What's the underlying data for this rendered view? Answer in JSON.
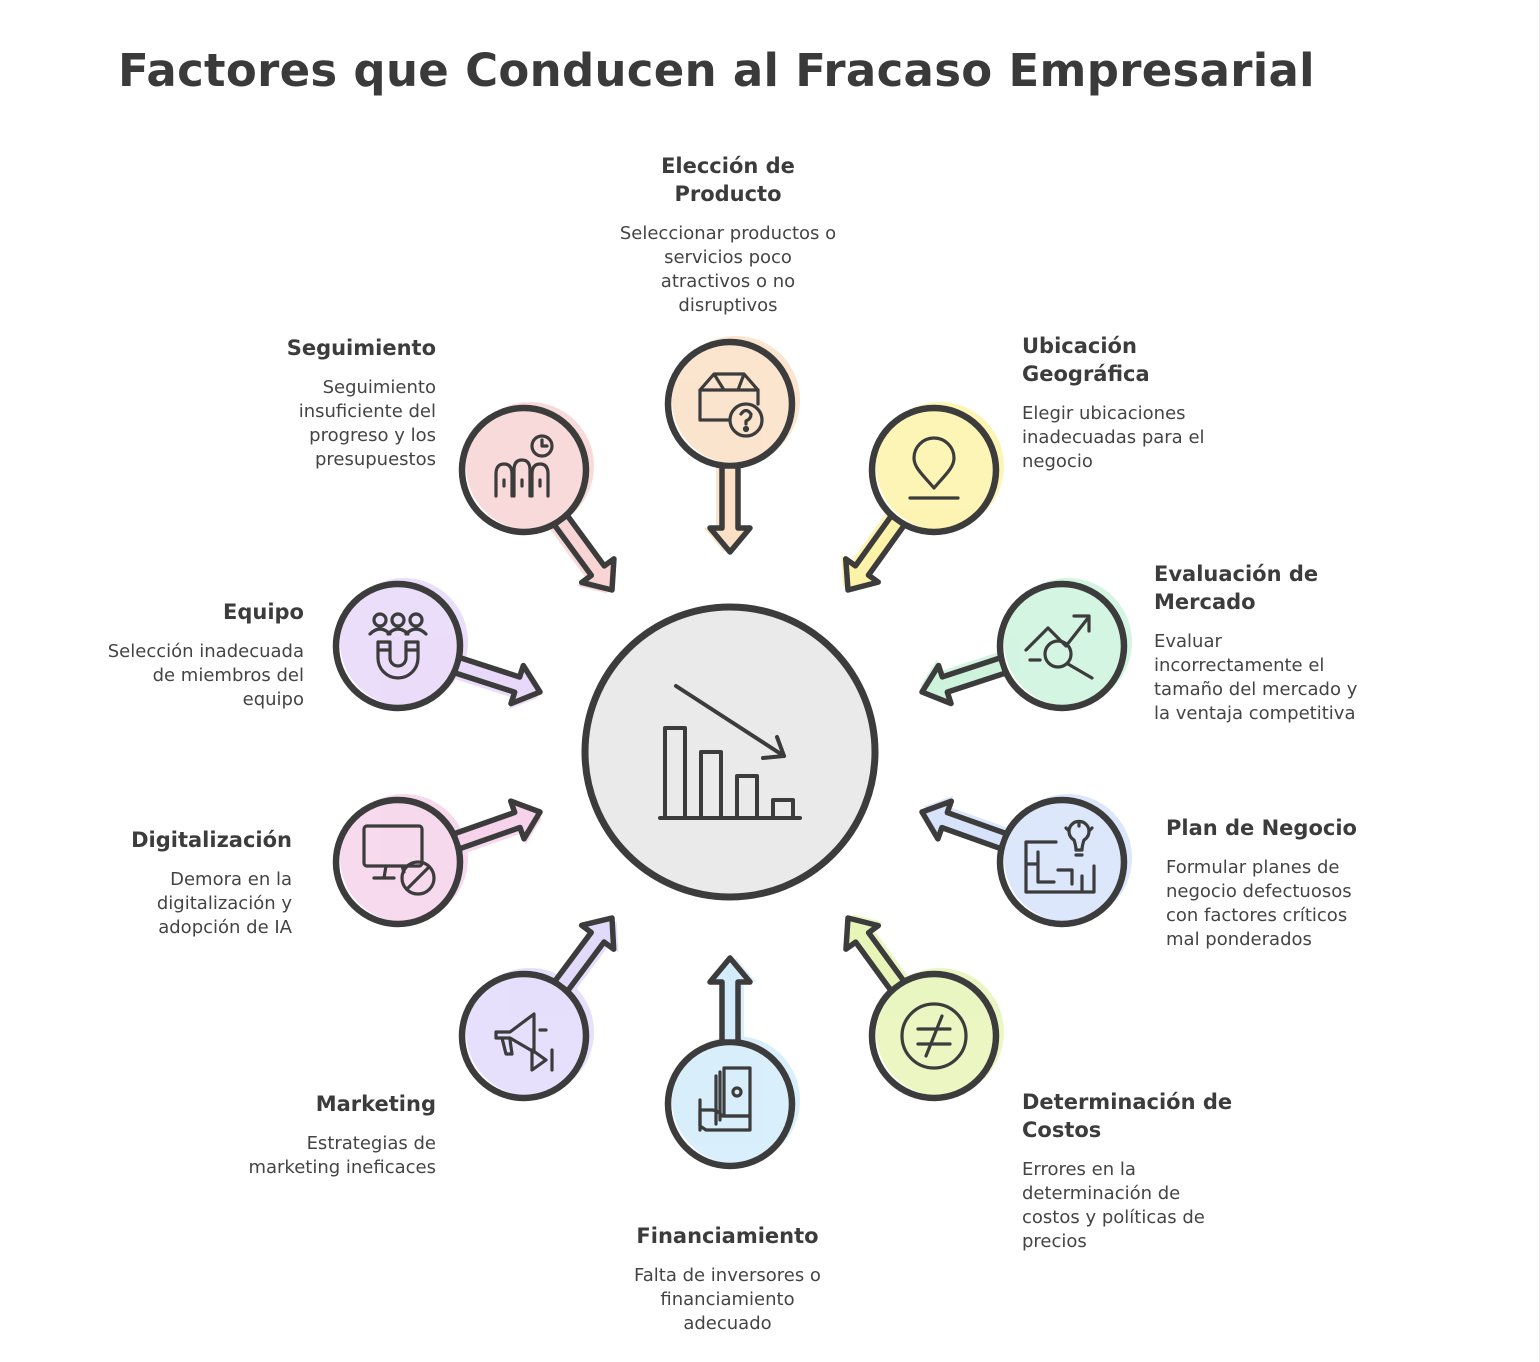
{
  "title": "Factores que Conducen al Fracaso Empresarial",
  "center": {
    "icon": "declining-bar-chart-icon",
    "color": "#eaeaea"
  },
  "factors": [
    {
      "id": "producto",
      "title": "Elección de Producto",
      "desc": "Seleccionar productos o servicios poco atractivos o no disruptivos",
      "icon": "box-question-icon",
      "color": "#fbe0c6"
    },
    {
      "id": "ubicacion",
      "title": "Ubicación Geográfica",
      "desc": "Elegir ubicaciones inadecuadas para el negocio",
      "icon": "location-pin-icon",
      "color": "#fdf3a8"
    },
    {
      "id": "mercado",
      "title": "Evaluación de Mercado",
      "desc": "Evaluar incorrectamente el tamaño del mercado y la ventaja competitiva",
      "icon": "chart-magnifier-icon",
      "color": "#cdf3dd"
    },
    {
      "id": "plan",
      "title": "Plan de Negocio",
      "desc": "Formular planes de negocio defectuosos con factores críticos mal ponderados",
      "icon": "blueprint-lightbulb-icon",
      "color": "#d6e3fb"
    },
    {
      "id": "costos",
      "title": "Determinación de Costos",
      "desc": "Errores en la determinación de costos y políticas de precios",
      "icon": "not-equal-icon",
      "color": "#e7f5b8"
    },
    {
      "id": "financ",
      "title": "Financiamiento",
      "desc": "Falta de inversores o financiamiento adecuado",
      "icon": "hand-money-icon",
      "color": "#d3ecfb"
    },
    {
      "id": "marketing",
      "title": "Marketing",
      "desc": "Estrategias de marketing ineficaces",
      "icon": "megaphone-icon",
      "color": "#e2dafb"
    },
    {
      "id": "digital",
      "title": "Digitalización",
      "desc": "Demora en la digitalización y adopción de IA",
      "icon": "monitor-blocked-icon",
      "color": "#f6d3ea"
    },
    {
      "id": "equipo",
      "title": "Equipo",
      "desc": "Selección inadecuada de miembros del equipo",
      "icon": "team-magnet-icon",
      "color": "#e8d8fa"
    },
    {
      "id": "seguim",
      "title": "Seguimiento",
      "desc": "Seguimiento insuficiente del progreso y los presupuestos",
      "icon": "fingers-clock-icon",
      "color": "#f8d4d4"
    }
  ]
}
